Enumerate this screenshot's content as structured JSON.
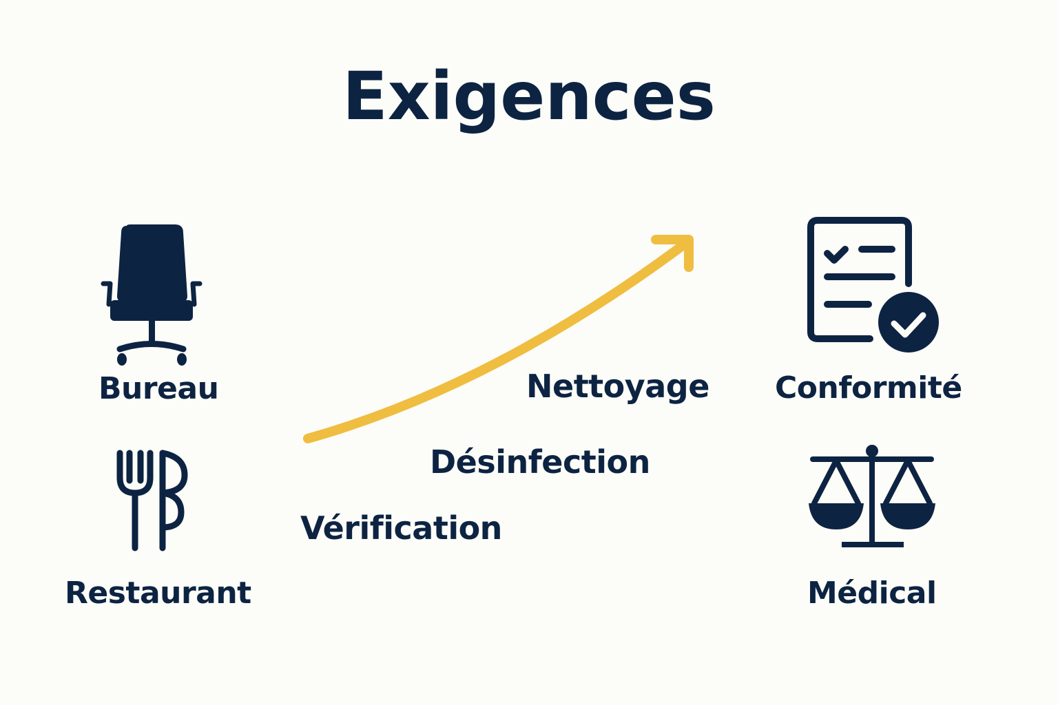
{
  "title": "Exigences",
  "colors": {
    "primary": "#0d2342",
    "accent": "#efbd40",
    "background": "#fcfcf8"
  },
  "sectors": [
    {
      "label": "Bureau",
      "icon": "office-chair-icon"
    },
    {
      "label": "Restaurant",
      "icon": "fork-knife-icon"
    }
  ],
  "steps": [
    {
      "label": "Vérification"
    },
    {
      "label": "Désinfection"
    },
    {
      "label": "Nettoyage"
    }
  ],
  "outcomes": [
    {
      "label": "Conformité",
      "icon": "checklist-document-icon"
    },
    {
      "label": "Médical",
      "icon": "balance-scale-icon"
    }
  ],
  "arrow": {
    "icon": "rising-arrow-icon",
    "direction": "up-right"
  }
}
